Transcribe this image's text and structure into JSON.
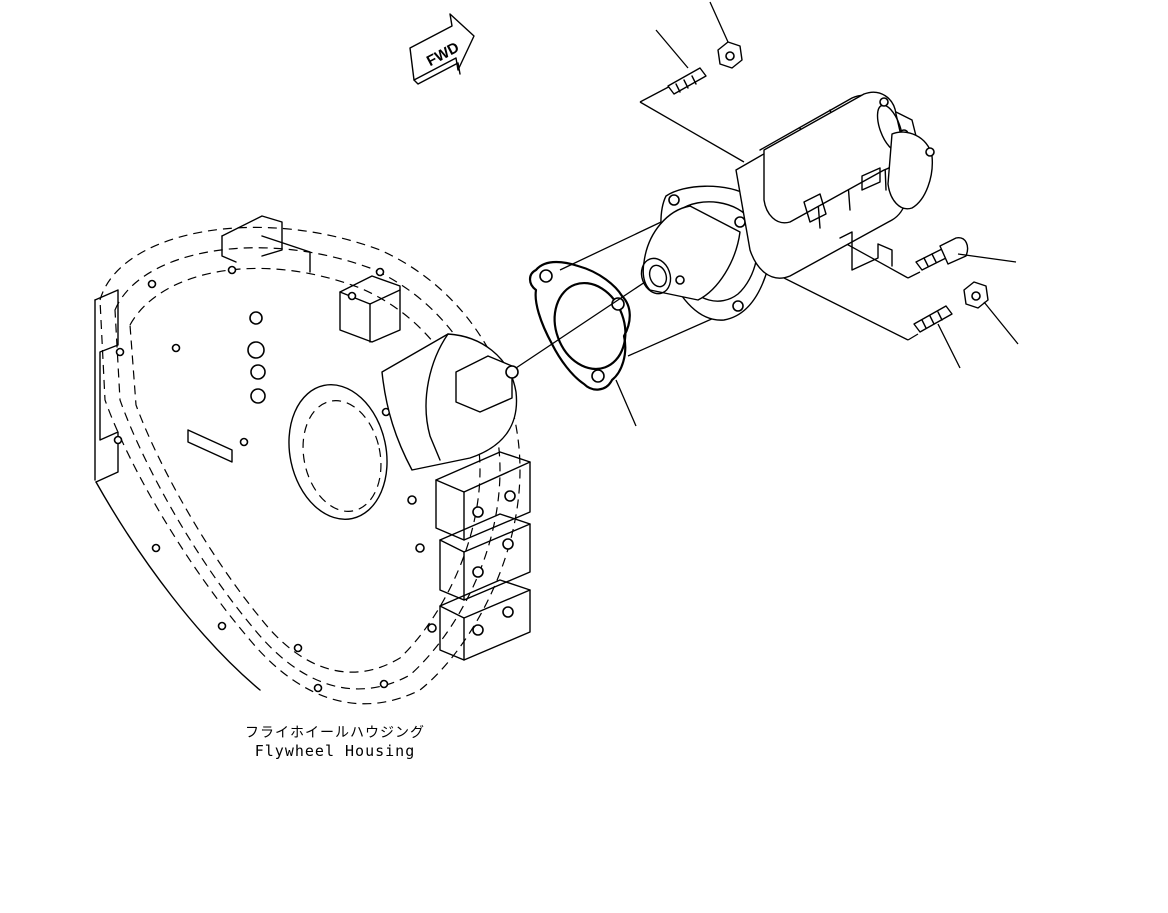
{
  "diagram": {
    "caption_jp": "フライホイールハウジング",
    "caption_en": "Flywheel Housing",
    "direction_marker": "FWD"
  }
}
